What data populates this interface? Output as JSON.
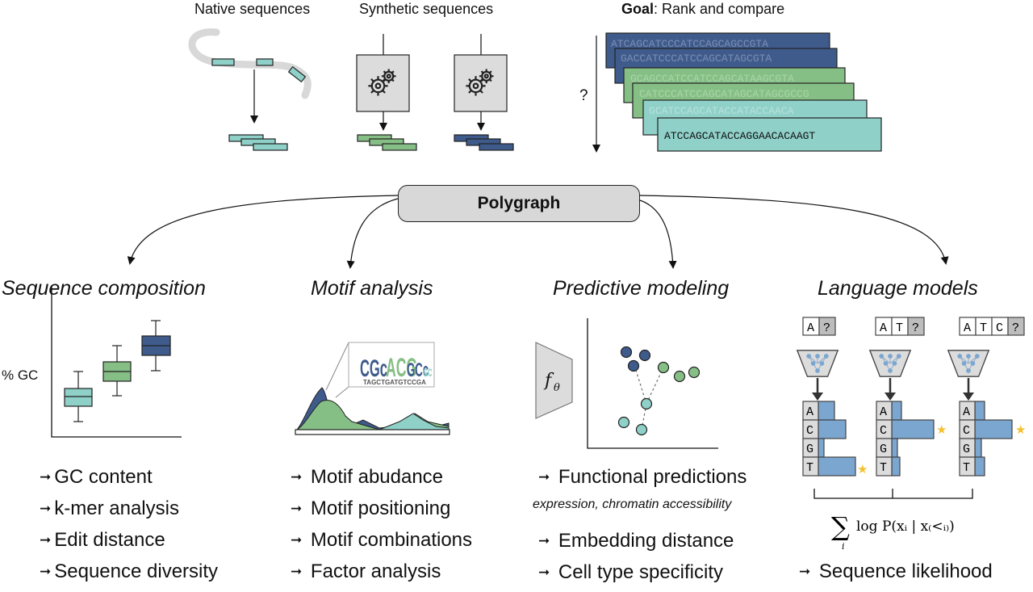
{
  "top": {
    "native_label": "Native sequences",
    "synthetic_label": "Synthetic sequences",
    "goal_bold": "Goal",
    "goal_text": ": Rank and compare",
    "question_mark": "?",
    "sequence_stack": [
      "ATCAGCATCCCATCCAGCAGCCGTA",
      "GACCATCCCATCCAGCATAGCGTA",
      "GCAGCCATCCATCCAGCATAAGCGTA",
      "CATCCCATCCAGCATAGCATAGCGCCG",
      "GCATCCAGCATACCATACCAACA",
      "ATCCAGCATACCAGGAACACAAGT"
    ]
  },
  "center": {
    "title": "Polygraph"
  },
  "sections": {
    "composition": {
      "title": "Sequence composition",
      "ylabel": "% GC",
      "items": [
        "GC content",
        "k-mer analysis",
        "Edit distance",
        "Sequence diversity"
      ]
    },
    "motif": {
      "title": "Motif analysis",
      "items": [
        "Motif abudance",
        "Motif positioning",
        "Motif combinations",
        "Factor analysis"
      ]
    },
    "predictive": {
      "title": "Predictive modeling",
      "model_symbol": "f",
      "model_subscript": "θ",
      "items_a": [
        "Functional predictions"
      ],
      "subtitle": "expression, chromatin accessibility",
      "items_b": [
        "Embedding distance",
        "Cell type specificity"
      ]
    },
    "language": {
      "title": "Language models",
      "contexts": [
        [
          "A",
          "?"
        ],
        [
          "A",
          "T",
          "?"
        ],
        [
          "A",
          "T",
          "C",
          "?"
        ]
      ],
      "bases": [
        "A",
        "C",
        "G",
        "T"
      ],
      "formula_sum": "∑",
      "formula_index": "i",
      "formula_body": "log P(xᵢ | x₍<ᵢ₎)",
      "items": [
        "Sequence likelihood"
      ]
    }
  },
  "colors": {
    "teal": "#8fd0c8",
    "green": "#86bf86",
    "navy": "#3f5b8c",
    "blue_bar": "#7aa6d0",
    "star": "#f2c12e",
    "grey_box": "#dcdcdc"
  },
  "arrow_glyph": "➞"
}
